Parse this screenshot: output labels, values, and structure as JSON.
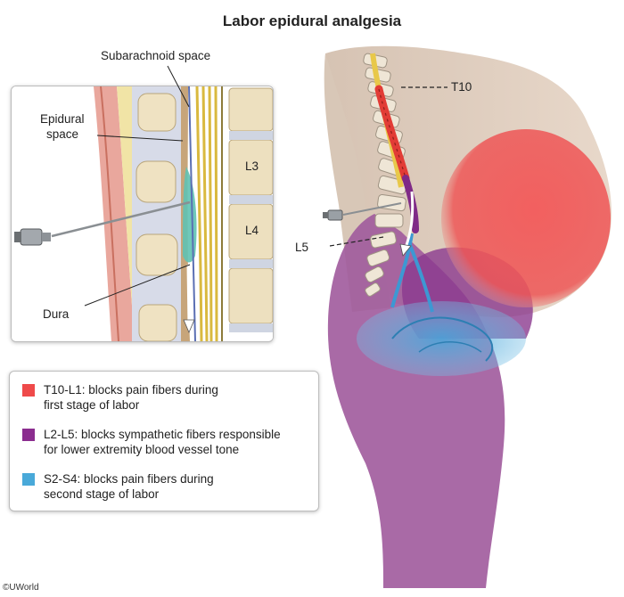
{
  "title": "Labor epidural analgesia",
  "inset_labels": {
    "subarachnoid": "Subarachnoid space",
    "epidural_line1": "Epidural",
    "epidural_line2": "space",
    "l3": "L3",
    "l4": "L4",
    "dura": "Dura"
  },
  "body_labels": {
    "t10": "T10",
    "l5": "L5"
  },
  "legend": [
    {
      "color": "#ef4a4a",
      "line1": "T10-L1: blocks pain fibers during",
      "line2": "first stage of labor"
    },
    {
      "color": "#8b2d8f",
      "line1": "L2-L5: blocks sympathetic fibers responsible",
      "line2": "for lower extremity blood vessel tone"
    },
    {
      "color": "#49a9d9",
      "line1": "S2-S4: blocks pain fibers during",
      "line2": "second stage of labor"
    }
  ],
  "copyright": "©UWorld"
}
